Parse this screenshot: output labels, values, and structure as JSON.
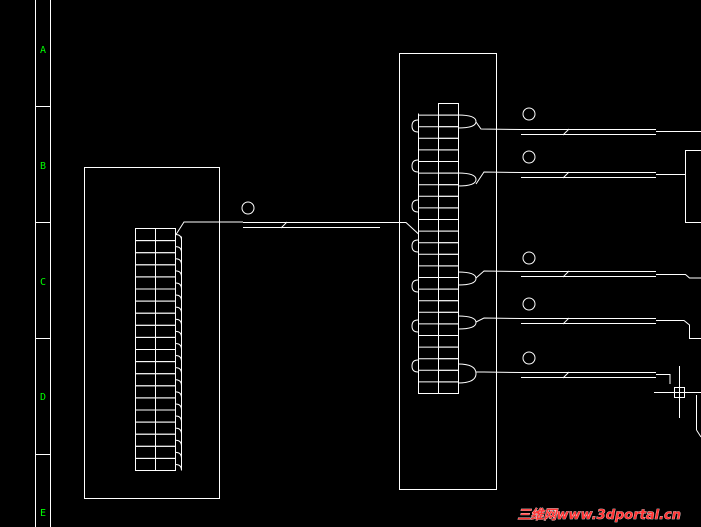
{
  "colors": {
    "background": "#000000",
    "line": "#ffffff",
    "row_label": "#00ff00",
    "watermark": "#ff3333",
    "watermark_outline": "#ffffff"
  },
  "row_labels": [
    "A",
    "B",
    "C",
    "D",
    "E"
  ],
  "watermark": "三维网www.3dportal.cn",
  "icons": [
    "cad-crosshair-cursor-icon",
    "cable-tag-circle-icon",
    "break-mark-icon"
  ],
  "left_block": {
    "terminal_rows": 20
  },
  "right_block": {
    "terminal_rows": 25
  },
  "cables": [
    {
      "name": "cable-main"
    },
    {
      "name": "cable-1"
    },
    {
      "name": "cable-2"
    },
    {
      "name": "cable-3"
    },
    {
      "name": "cable-4"
    },
    {
      "name": "cable-5"
    }
  ]
}
